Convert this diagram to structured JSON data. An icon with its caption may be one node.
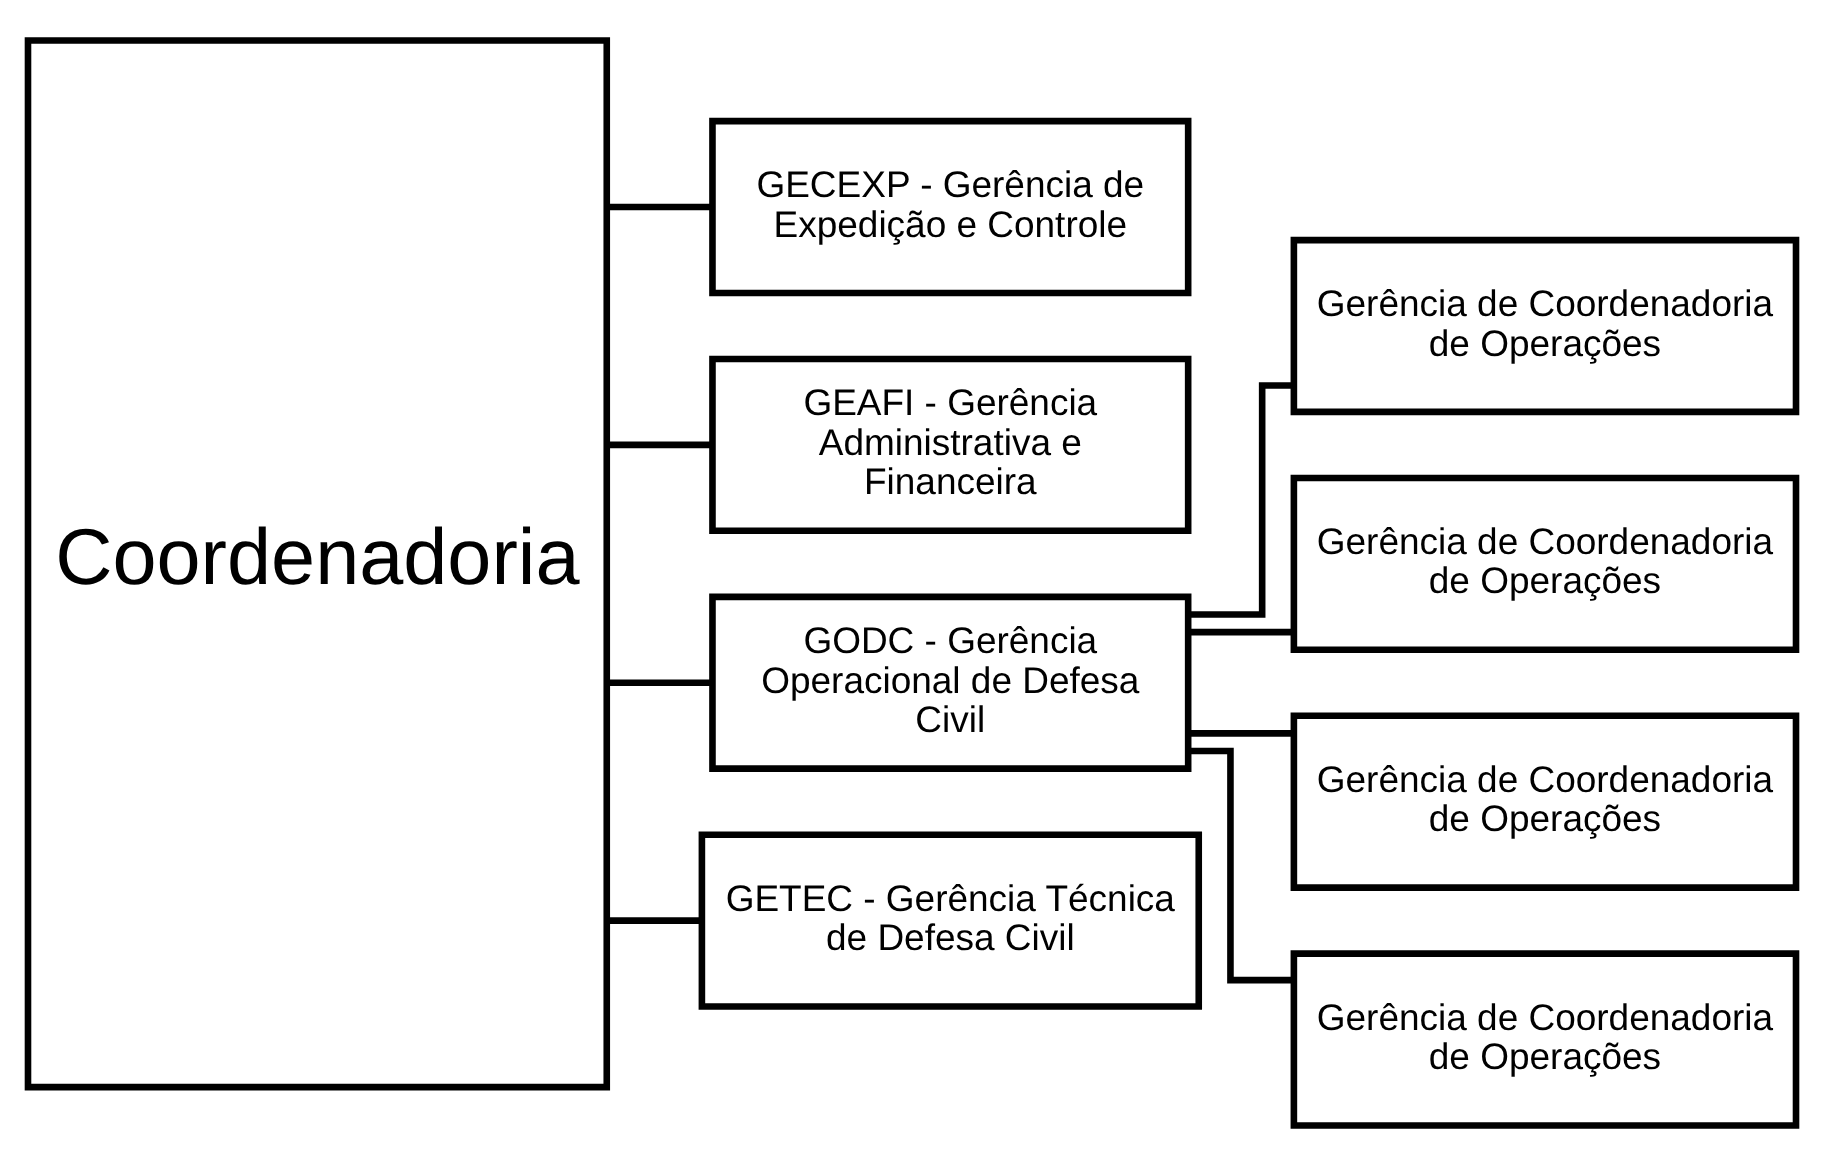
{
  "diagram": {
    "nodes": [
      {
        "text": [
          "Coordenadoria"
        ]
      },
      {
        "text": [
          "GECEXP - Gerência de Expedição e Controle"
        ]
      },
      {
        "text": [
          "GEAFI - Gerência Administrativa e Financeira"
        ]
      },
      {
        "text": [
          "GODC - Gerência Operacional de Defesa Civil"
        ]
      },
      {
        "text": [
          "GETEC - Gerência Técnica de Defesa Civil"
        ]
      },
      {
        "text": [
          "Gerência de Coordenadoria de Operações"
        ]
      },
      {
        "text": [
          "Gerência de Coordenadoria de Operações"
        ]
      },
      {
        "text": [
          "Gerência de Coordenadoria de Operações"
        ]
      },
      {
        "text": [
          "Gerência de Coordenadoria de Operações"
        ]
      }
    ],
    "edges": [
      {
        "from": 0,
        "to": 1,
        "arrow": "none"
      },
      {
        "from": 0,
        "to": 2,
        "arrow": "none"
      },
      {
        "from": 0,
        "to": 3,
        "arrow": "none"
      },
      {
        "from": 0,
        "to": 4,
        "arrow": "none"
      },
      {
        "from": 3,
        "to": 5,
        "arrow": "none"
      },
      {
        "from": 3,
        "to": 6,
        "arrow": "none"
      },
      {
        "from": 3,
        "to": 7,
        "arrow": "none"
      },
      {
        "from": 3,
        "to": 8,
        "arrow": "none"
      }
    ]
  }
}
